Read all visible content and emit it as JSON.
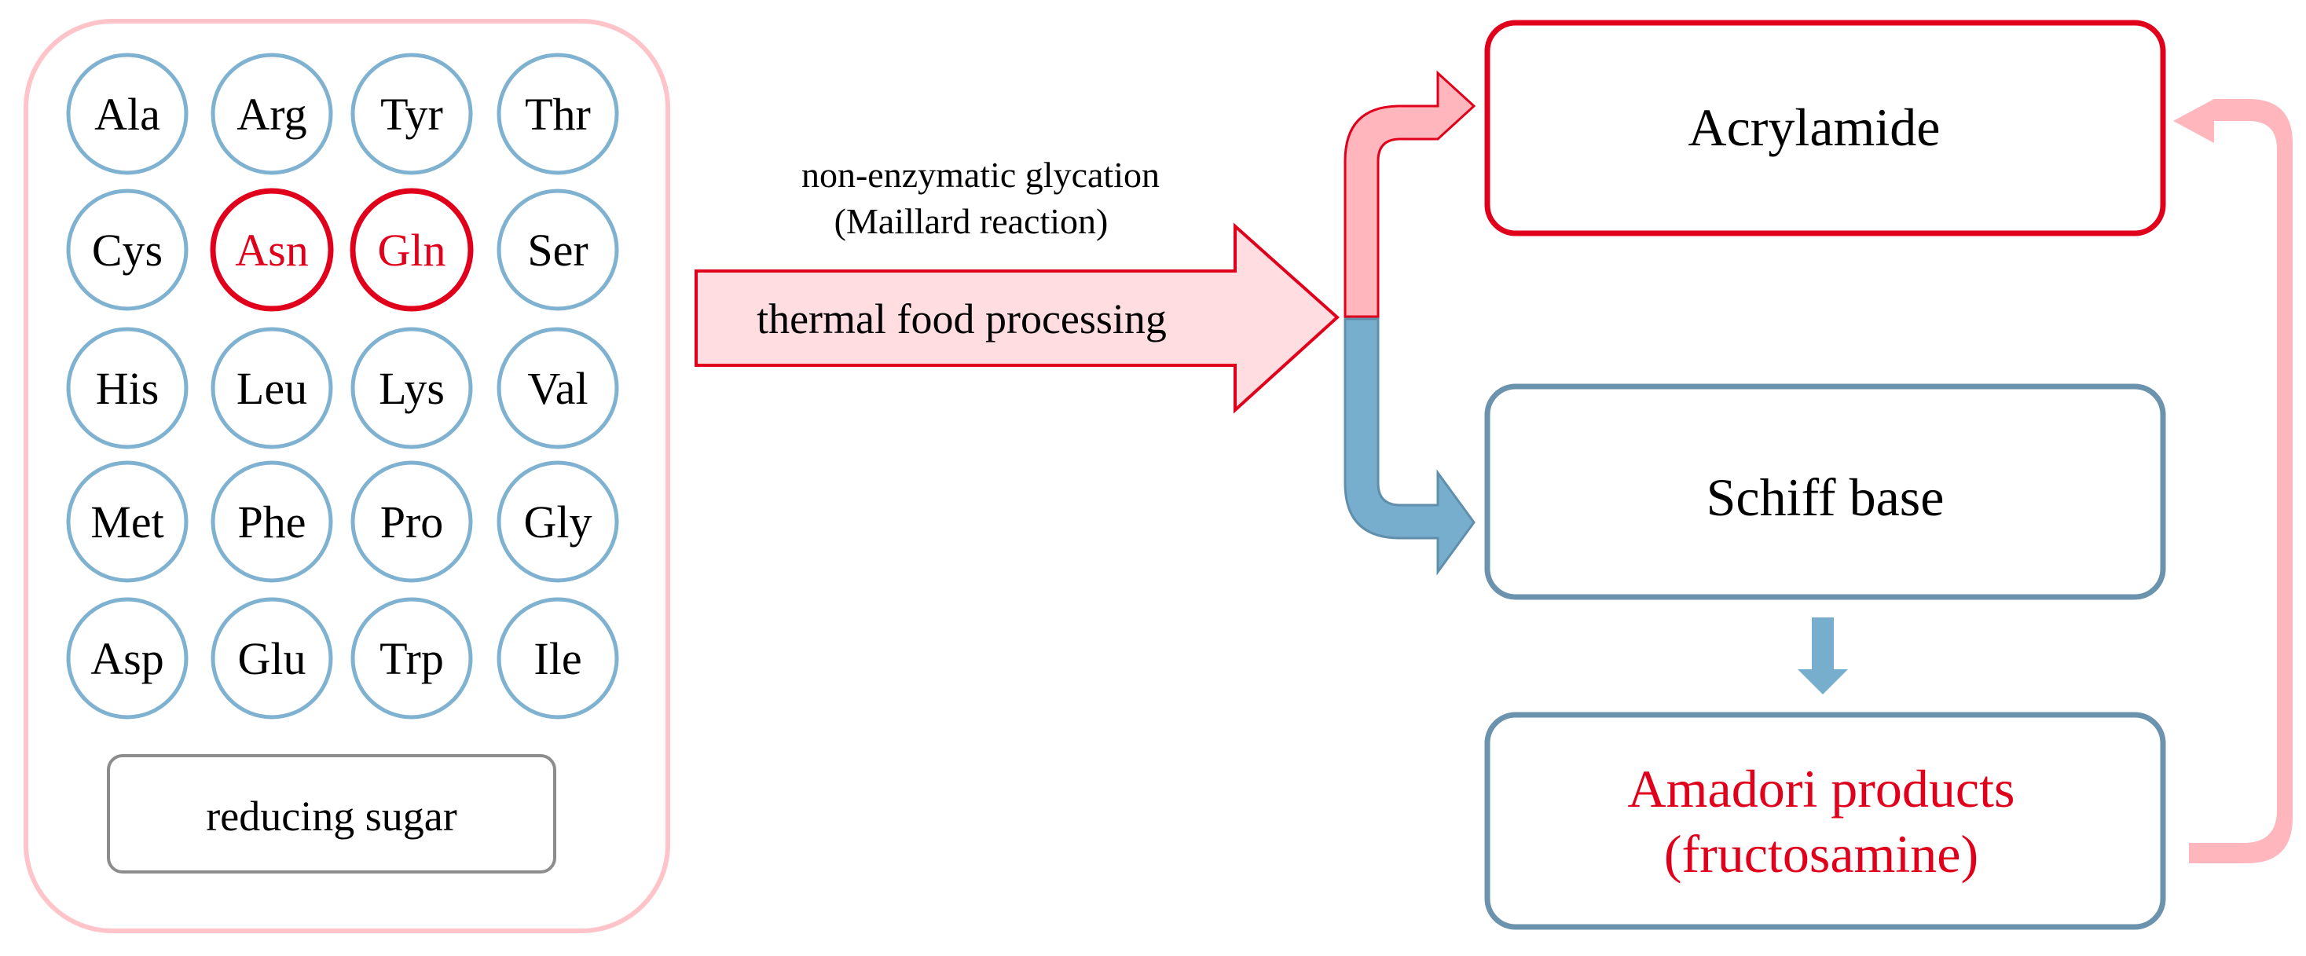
{
  "amino_acids": [
    {
      "label": "Ala",
      "highlight": false
    },
    {
      "label": "Arg",
      "highlight": false
    },
    {
      "label": "Tyr",
      "highlight": false
    },
    {
      "label": "Thr",
      "highlight": false
    },
    {
      "label": "Cys",
      "highlight": false
    },
    {
      "label": "Asn",
      "highlight": true
    },
    {
      "label": "Gln",
      "highlight": true
    },
    {
      "label": "Ser",
      "highlight": false
    },
    {
      "label": "His",
      "highlight": false
    },
    {
      "label": "Leu",
      "highlight": false
    },
    {
      "label": "Lys",
      "highlight": false
    },
    {
      "label": "Val",
      "highlight": false
    },
    {
      "label": "Met",
      "highlight": false
    },
    {
      "label": "Phe",
      "highlight": false
    },
    {
      "label": "Pro",
      "highlight": false
    },
    {
      "label": "Gly",
      "highlight": false
    },
    {
      "label": "Asp",
      "highlight": false
    },
    {
      "label": "Glu",
      "highlight": false
    },
    {
      "label": "Trp",
      "highlight": false
    },
    {
      "label": "Ile",
      "highlight": false
    }
  ],
  "reducing_sugar": "reducing sugar",
  "process": {
    "line1": "non-enzymatic glycation",
    "line2": "(Maillard reaction)",
    "arrow_label": "thermal food processing"
  },
  "products": {
    "acrylamide": "Acrylamide",
    "schiff_base": "Schiff base",
    "amadori_line1": "Amadori products",
    "amadori_line2": "(fructosamine)"
  },
  "colors": {
    "blue_circle": "#7fb1d0",
    "red": "#e0001b",
    "pink_light": "#ffc4c9",
    "pink_fill": "#ffdde0",
    "pink_arrow": "#ffb6bd",
    "blue_arrow": "#77aecd",
    "box_blue": "#6b93ad",
    "gray_box": "#8c8c8c"
  }
}
